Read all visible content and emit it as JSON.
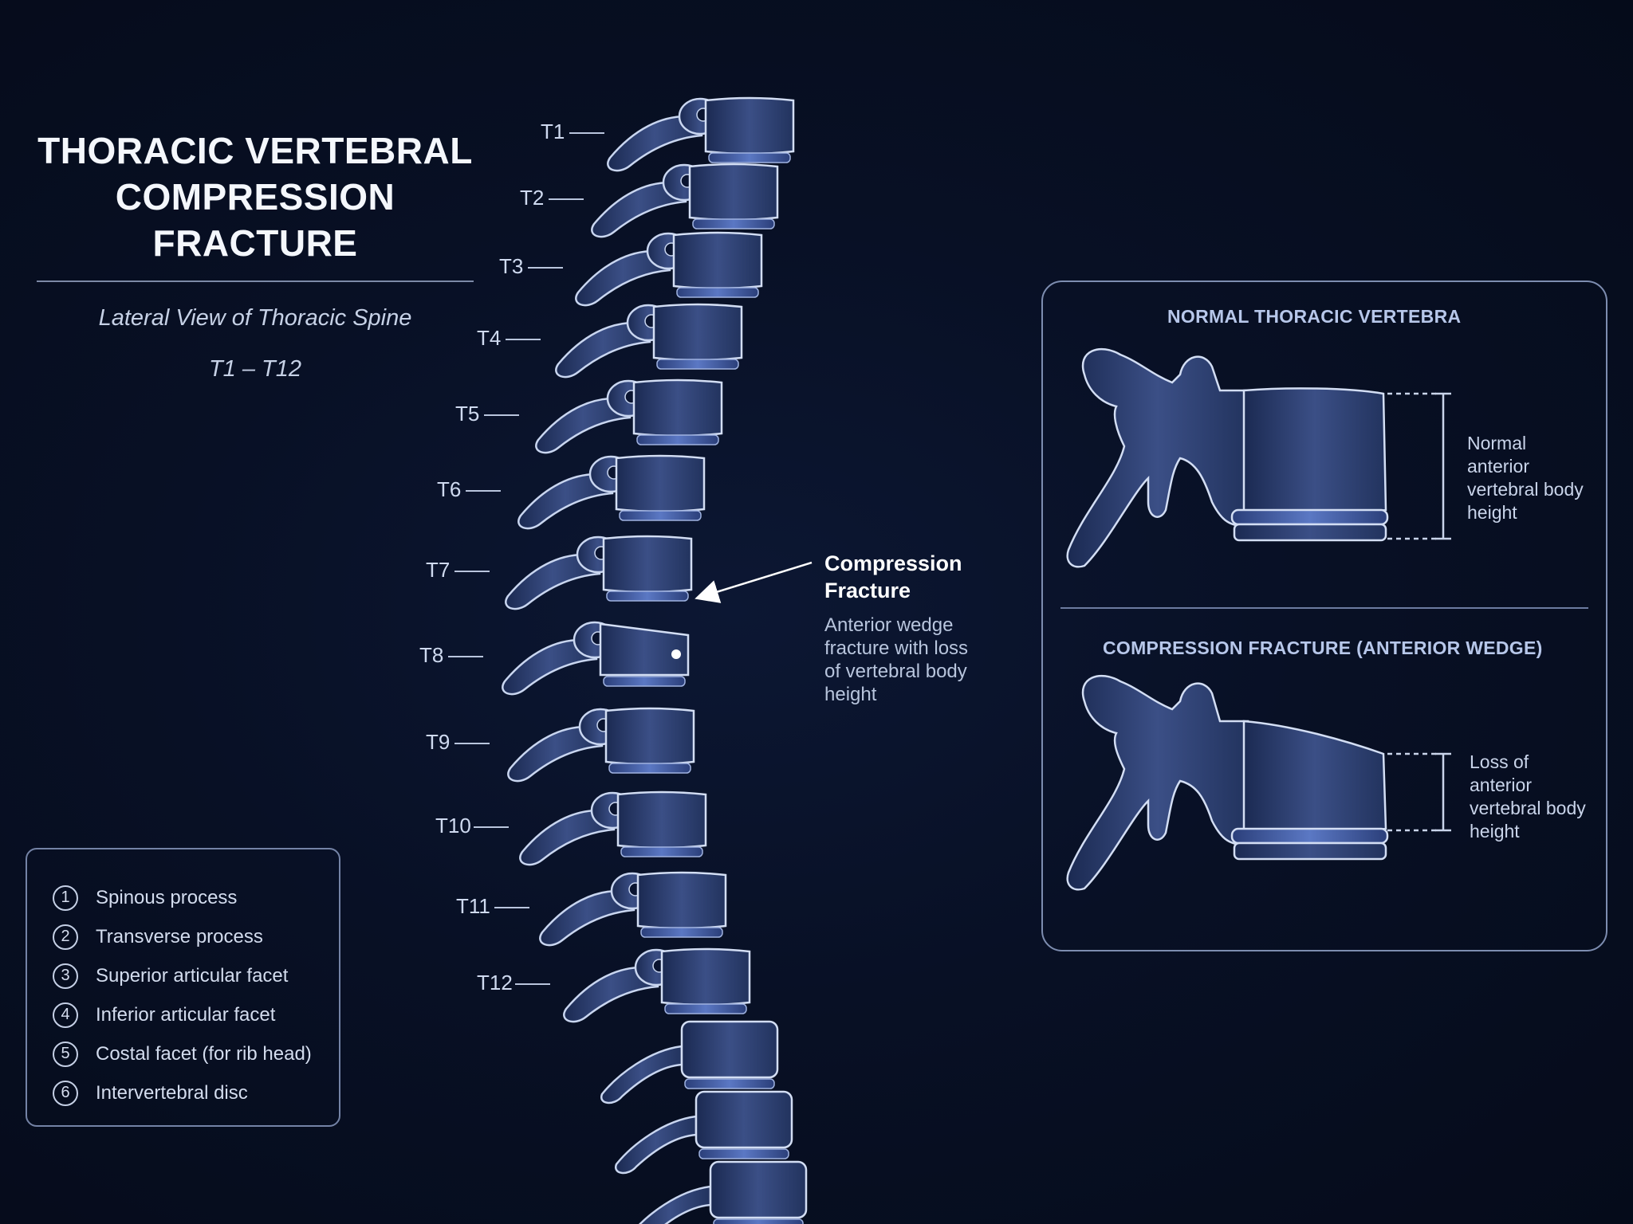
{
  "title": {
    "line1": "THORACIC VERTEBRAL",
    "line2": "COMPRESSION FRACTURE",
    "subtitle1": "Lateral View of Thoracic Spine",
    "subtitle2": "T1 – T12"
  },
  "levels": [
    "T1",
    "T2",
    "T3",
    "T4",
    "T5",
    "T6",
    "T7",
    "T8",
    "T9",
    "T10",
    "T11",
    "T12"
  ],
  "fracture_level": "T8",
  "callout": {
    "title1": "Compression",
    "title2": "Fracture",
    "desc1": "Anterior wedge",
    "desc2": "fracture with loss",
    "desc3": "of vertebral body",
    "desc4": "height"
  },
  "inset": {
    "normal_heading": "NORMAL THORACIC VERTEBRA",
    "normal_note": [
      "Normal",
      "anterior",
      "vertebral body",
      "height"
    ],
    "fracture_heading": "COMPRESSION FRACTURE (ANTERIOR WEDGE)",
    "fracture_note": [
      "Loss of",
      "anterior",
      "vertebral body",
      "height"
    ]
  },
  "legend": [
    {
      "num": "1",
      "label": "Spinous process"
    },
    {
      "num": "2",
      "label": "Transverse process"
    },
    {
      "num": "3",
      "label": "Superior articular facet"
    },
    {
      "num": "4",
      "label": "Inferior articular facet"
    },
    {
      "num": "5",
      "label": "Costal facet (for rib head)"
    },
    {
      "num": "6",
      "label": "Intervertebral disc"
    }
  ],
  "colors": {
    "background": "#081025",
    "bone_stroke": "#c9d6f0",
    "disc": "#4a63a8",
    "accent": "#b7c7ea"
  }
}
